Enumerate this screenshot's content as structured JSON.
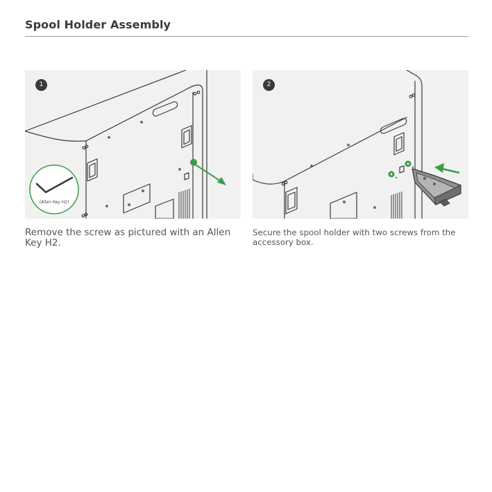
{
  "title": "Spool Holder Assembly",
  "steps": [
    {
      "number": "1",
      "caption": "Remove the screw as pictured with an Allen Key H2.",
      "tool_label": "(Allen Key H2)"
    },
    {
      "number": "2",
      "caption": "Secure the spool holder with two screws from the accessory box."
    }
  ],
  "colors": {
    "accent_green": "#3d9c46",
    "line_dark": "#3a3a3a",
    "panel_bg": "#f1f1f1"
  }
}
